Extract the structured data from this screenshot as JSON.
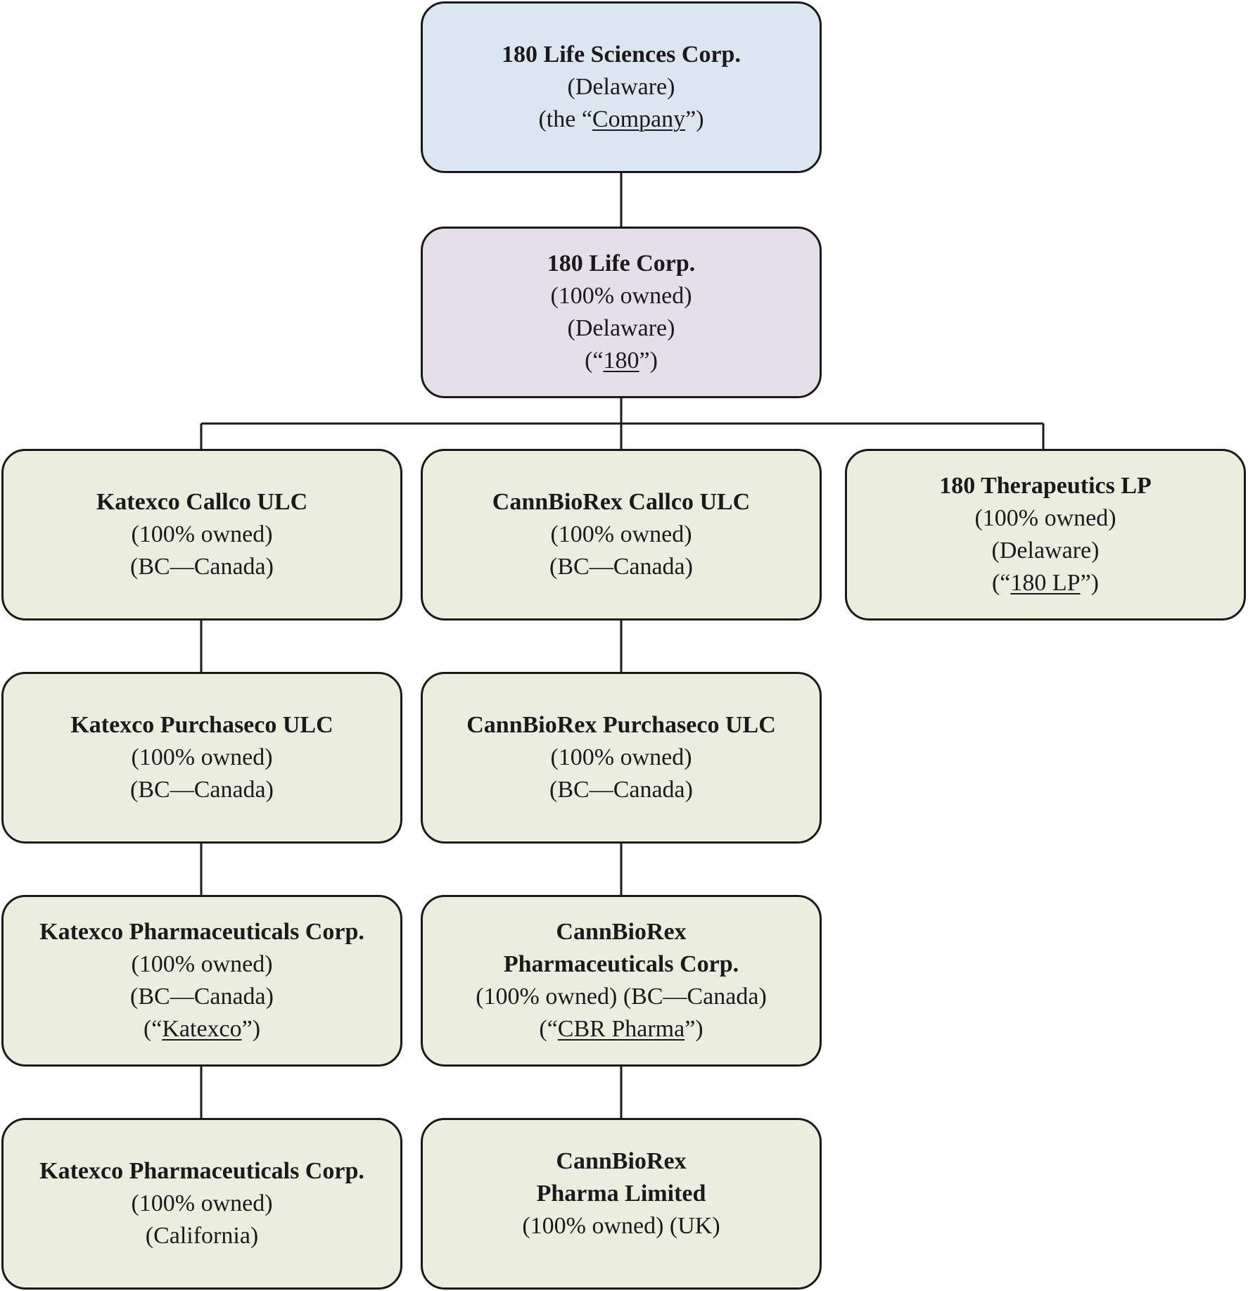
{
  "colors": {
    "top": "#dce6f0",
    "holding": "#e5dfe9",
    "subsidiary": "#ebeedf",
    "stroke": "#1a1a1a"
  },
  "boxes": {
    "company": {
      "name": "180 Life Sciences Corp.",
      "jurisdiction": "(Delaware)",
      "alias_pre": "(the “",
      "alias": "Company",
      "alias_post": "”)"
    },
    "life_corp": {
      "name": "180 Life Corp.",
      "ownership": "(100% owned)",
      "jurisdiction": "(Delaware)",
      "alias_pre": "(“",
      "alias": "180",
      "alias_post": "”)"
    },
    "katexco_callco": {
      "name": "Katexco Callco ULC",
      "ownership": "(100% owned)",
      "jurisdiction": "(BC—Canada)"
    },
    "cannbiorex_callco": {
      "name": "CannBioRex Callco ULC",
      "ownership": "(100% owned)",
      "jurisdiction": "(BC—Canada)"
    },
    "therapeutics_lp": {
      "name": "180 Therapeutics LP",
      "ownership": "(100% owned)",
      "jurisdiction": "(Delaware)",
      "alias_pre": "(“",
      "alias": "180 LP",
      "alias_post": "”)"
    },
    "katexco_purchaseco": {
      "name": "Katexco Purchaseco ULC",
      "ownership": "(100% owned)",
      "jurisdiction": "(BC—Canada)"
    },
    "cannbiorex_purchaseco": {
      "name": "CannBioRex Purchaseco ULC",
      "ownership": "(100% owned)",
      "jurisdiction": "(BC—Canada)"
    },
    "katexco_pharma_bc": {
      "name": "Katexco Pharmaceuticals Corp.",
      "ownership": "(100% owned)",
      "jurisdiction": "(BC—Canada)",
      "alias_pre": "(“",
      "alias": "Katexco",
      "alias_post": "”)"
    },
    "cbr_pharma": {
      "name_line1": "CannBioRex",
      "name_line2": "Pharmaceuticals Corp.",
      "ownership_jurisdiction": "(100% owned) (BC—Canada)",
      "alias_pre": "(“",
      "alias": "CBR Pharma",
      "alias_post": "”)"
    },
    "katexco_pharma_ca": {
      "name": "Katexco Pharmaceuticals Corp.",
      "ownership": "(100% owned)",
      "jurisdiction": "(California)"
    },
    "cannbiorex_uk": {
      "name_line1": "CannBioRex",
      "name_line2": "Pharma Limited",
      "ownership_jurisdiction": "(100% owned) (UK)"
    }
  }
}
